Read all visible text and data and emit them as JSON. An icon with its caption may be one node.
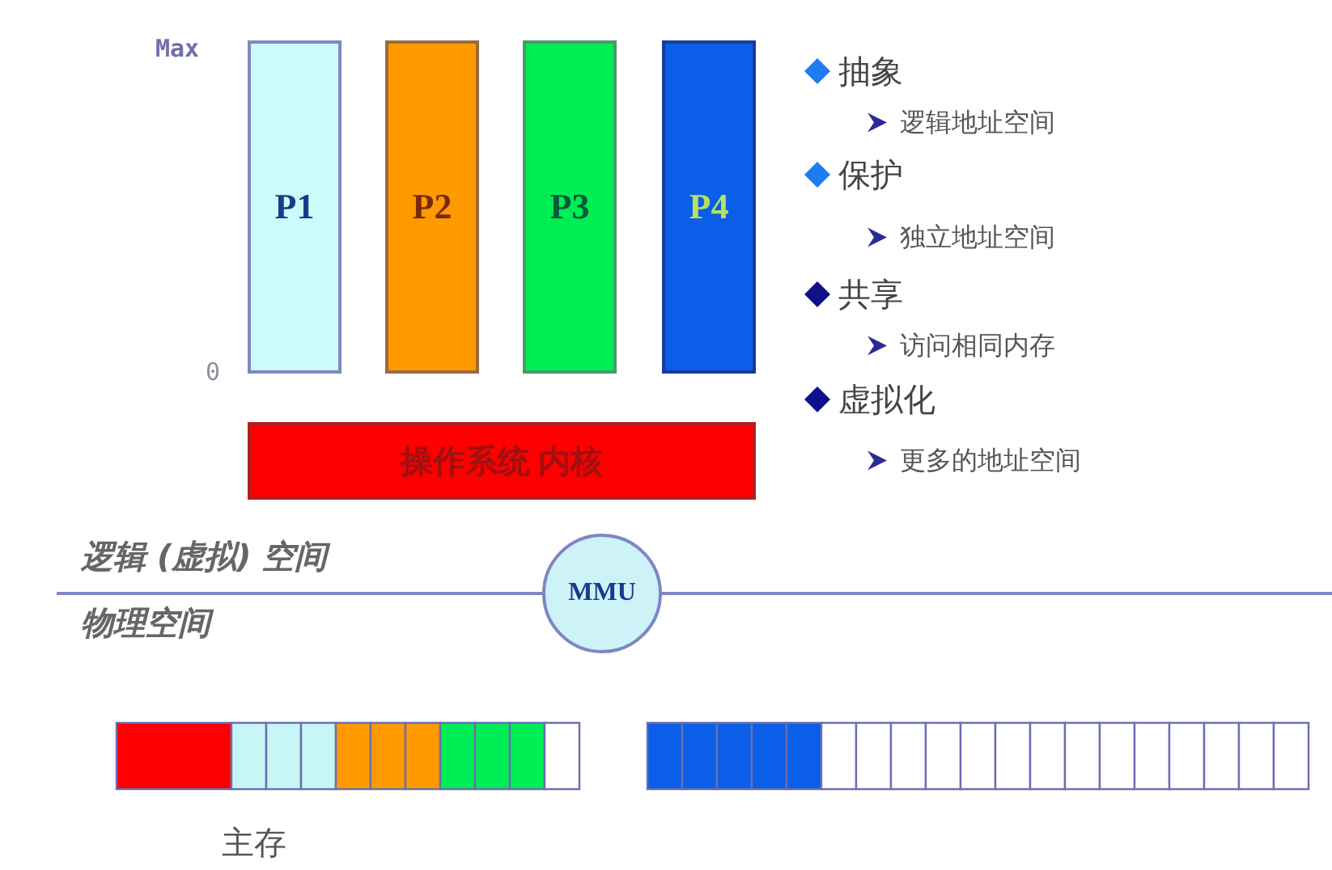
{
  "diagram": {
    "nodes": [
      {
        "text": [
          "P1"
        ]
      },
      {
        "text": [
          "P2"
        ]
      },
      {
        "text": [
          "P3"
        ]
      },
      {
        "text": [
          "P4"
        ]
      },
      {
        "text": [
          "操作系统 内核"
        ]
      },
      {
        "text": [
          "MMU"
        ]
      }
    ],
    "labels": [
      "Max",
      "0",
      "抽象",
      "逻辑地址空间",
      "保护",
      "独立地址空间",
      "共享",
      "访问相同内存",
      "虚拟化",
      "更多的地址空间",
      "逻辑 (虚拟) 空间",
      "物理空间",
      "主存"
    ]
  }
}
